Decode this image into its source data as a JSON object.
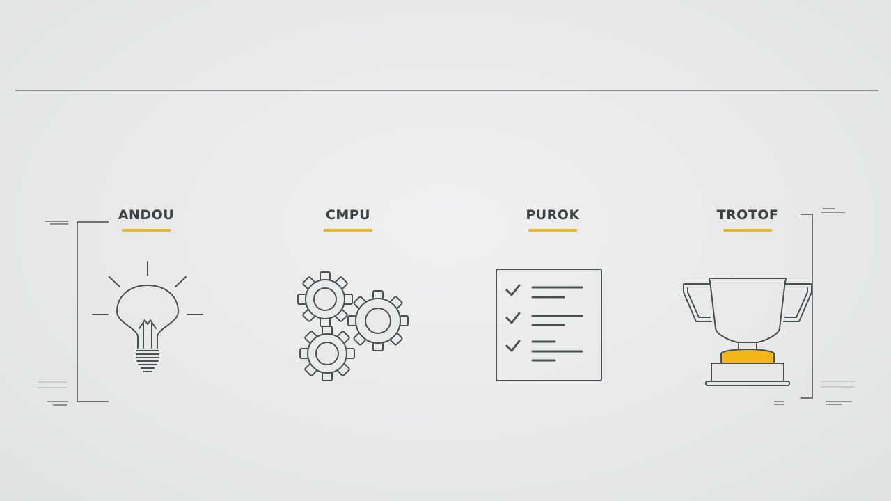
{
  "steps": [
    {
      "label": "ANDOU",
      "icon": "lightbulb-icon"
    },
    {
      "label": "CMPU",
      "icon": "gears-icon"
    },
    {
      "label": "PUROK",
      "icon": "checklist-icon"
    },
    {
      "label": "TROTOF",
      "icon": "trophy-icon"
    }
  ],
  "colors": {
    "accent": "#f2b716",
    "stroke": "#4a4f52",
    "rule": "#8a8e90",
    "background": "#e8eaeb"
  }
}
